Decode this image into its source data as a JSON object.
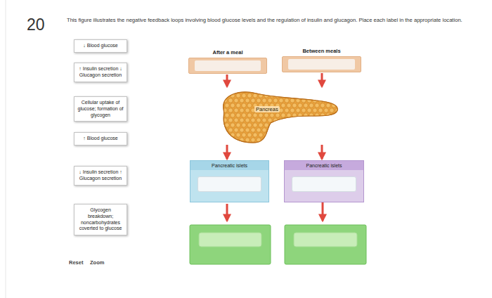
{
  "diagram": {
    "nodes": [
      {
        "text": [
          "↓ Blood glucose"
        ]
      },
      {
        "text": [
          "↑ Insulin secretion ↓ Glucagon secretion"
        ]
      },
      {
        "text": [
          "Cellular uptake of glucose; formation of glycogen"
        ]
      },
      {
        "text": [
          "↑ Blood glucose"
        ]
      },
      {
        "text": [
          "↓ Insulin secretion ↑ Glucagon secretion"
        ]
      },
      {
        "text": [
          "Glycogen breakdown; noncarbohydrates coverted to glucose"
        ]
      },
      {
        "text": [
          "After a meal"
        ]
      },
      {
        "text": [
          "Between meals"
        ]
      },
      {
        "text": [
          "Pancreas"
        ]
      },
      {
        "text": [
          "Pancreatic islets"
        ]
      },
      {
        "text": [
          "Pancreatic islets"
        ]
      }
    ],
    "edges": [
      {
        "from": 6,
        "to": 8,
        "arrow": "to"
      },
      {
        "from": 7,
        "to": 8,
        "arrow": "to"
      },
      {
        "from": 8,
        "to": 9,
        "arrow": "to"
      },
      {
        "from": 8,
        "to": 10,
        "arrow": "to"
      }
    ],
    "labels": [
      "20",
      "This figure illustrates the negative feedback loops involving blood glucose levels and the regulation of insulin and glucagon. Place each label in the appropriate location.",
      "Reset",
      "Zoom"
    ]
  }
}
